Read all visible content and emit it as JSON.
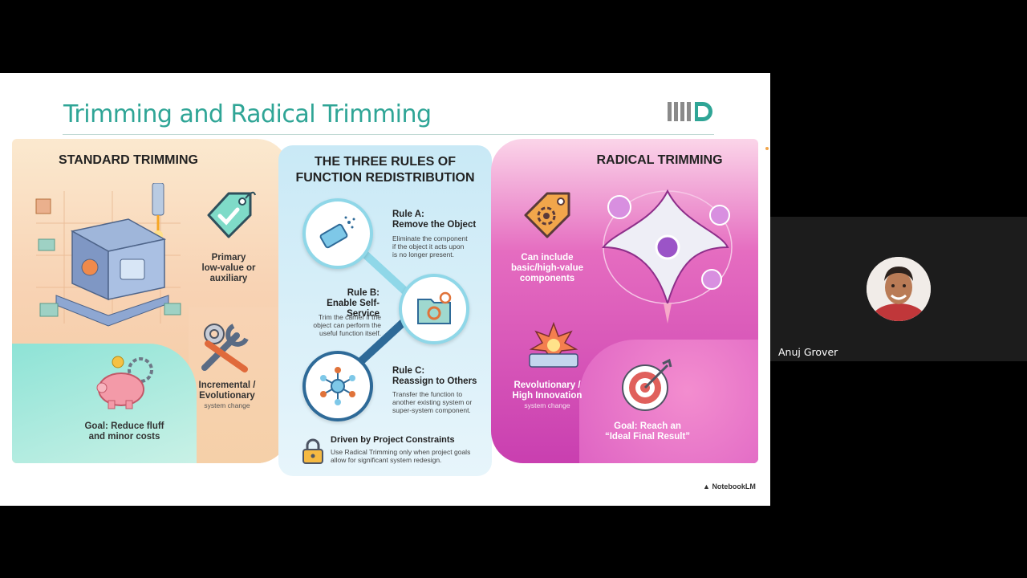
{
  "slide": {
    "title": "Trimming and Radical Trimming",
    "watermark": "NotebookLM",
    "standard": {
      "title": "STANDARD TRIMMING",
      "item1": {
        "line1": "Primary",
        "line2": "low-value or",
        "line3": "auxiliary"
      },
      "item2": {
        "line1": "Incremental /",
        "line2": "Evolutionary",
        "sub": "system change"
      },
      "goal": {
        "line1": "Goal: Reduce fluff",
        "line2": "and minor costs"
      }
    },
    "rules": {
      "title_line1": "THE THREE RULES OF",
      "title_line2": "FUNCTION REDISTRIBUTION",
      "a": {
        "label": "Rule A:",
        "name": "Remove the Object",
        "d1": "Eliminate the component",
        "d2": "if the object it acts upon",
        "d3": "is no longer present."
      },
      "b": {
        "label": "Rule B:",
        "name": "Enable Self-Service",
        "d1": "Trim the carrier if the",
        "d2": "object can perform the",
        "d3": "useful function itself."
      },
      "c": {
        "label": "Rule C:",
        "name": "Reassign to Others",
        "d1": "Transfer the function to",
        "d2": "another existing system or",
        "d3": "super-system component."
      },
      "constraint": {
        "title": "Driven by Project Constraints",
        "d1": "Use Radical Trimming only when project goals",
        "d2": "allow for significant system redesign."
      }
    },
    "radical": {
      "title": "RADICAL TRIMMING",
      "item1": {
        "line1": "Can include",
        "line2": "basic/high-value",
        "line3": "components"
      },
      "item2": {
        "line1": "Revolutionary /",
        "line2": "High Innovation",
        "sub": "system change"
      },
      "goal": {
        "line1": "Goal: Reach an",
        "line2": "“Ideal Final Result”"
      }
    }
  },
  "participant": {
    "name": "Anuj Grover"
  },
  "colors": {
    "title_teal": "#2fa596",
    "accent_magenta": "#c93fb0",
    "accent_orange": "#f2a64b"
  }
}
